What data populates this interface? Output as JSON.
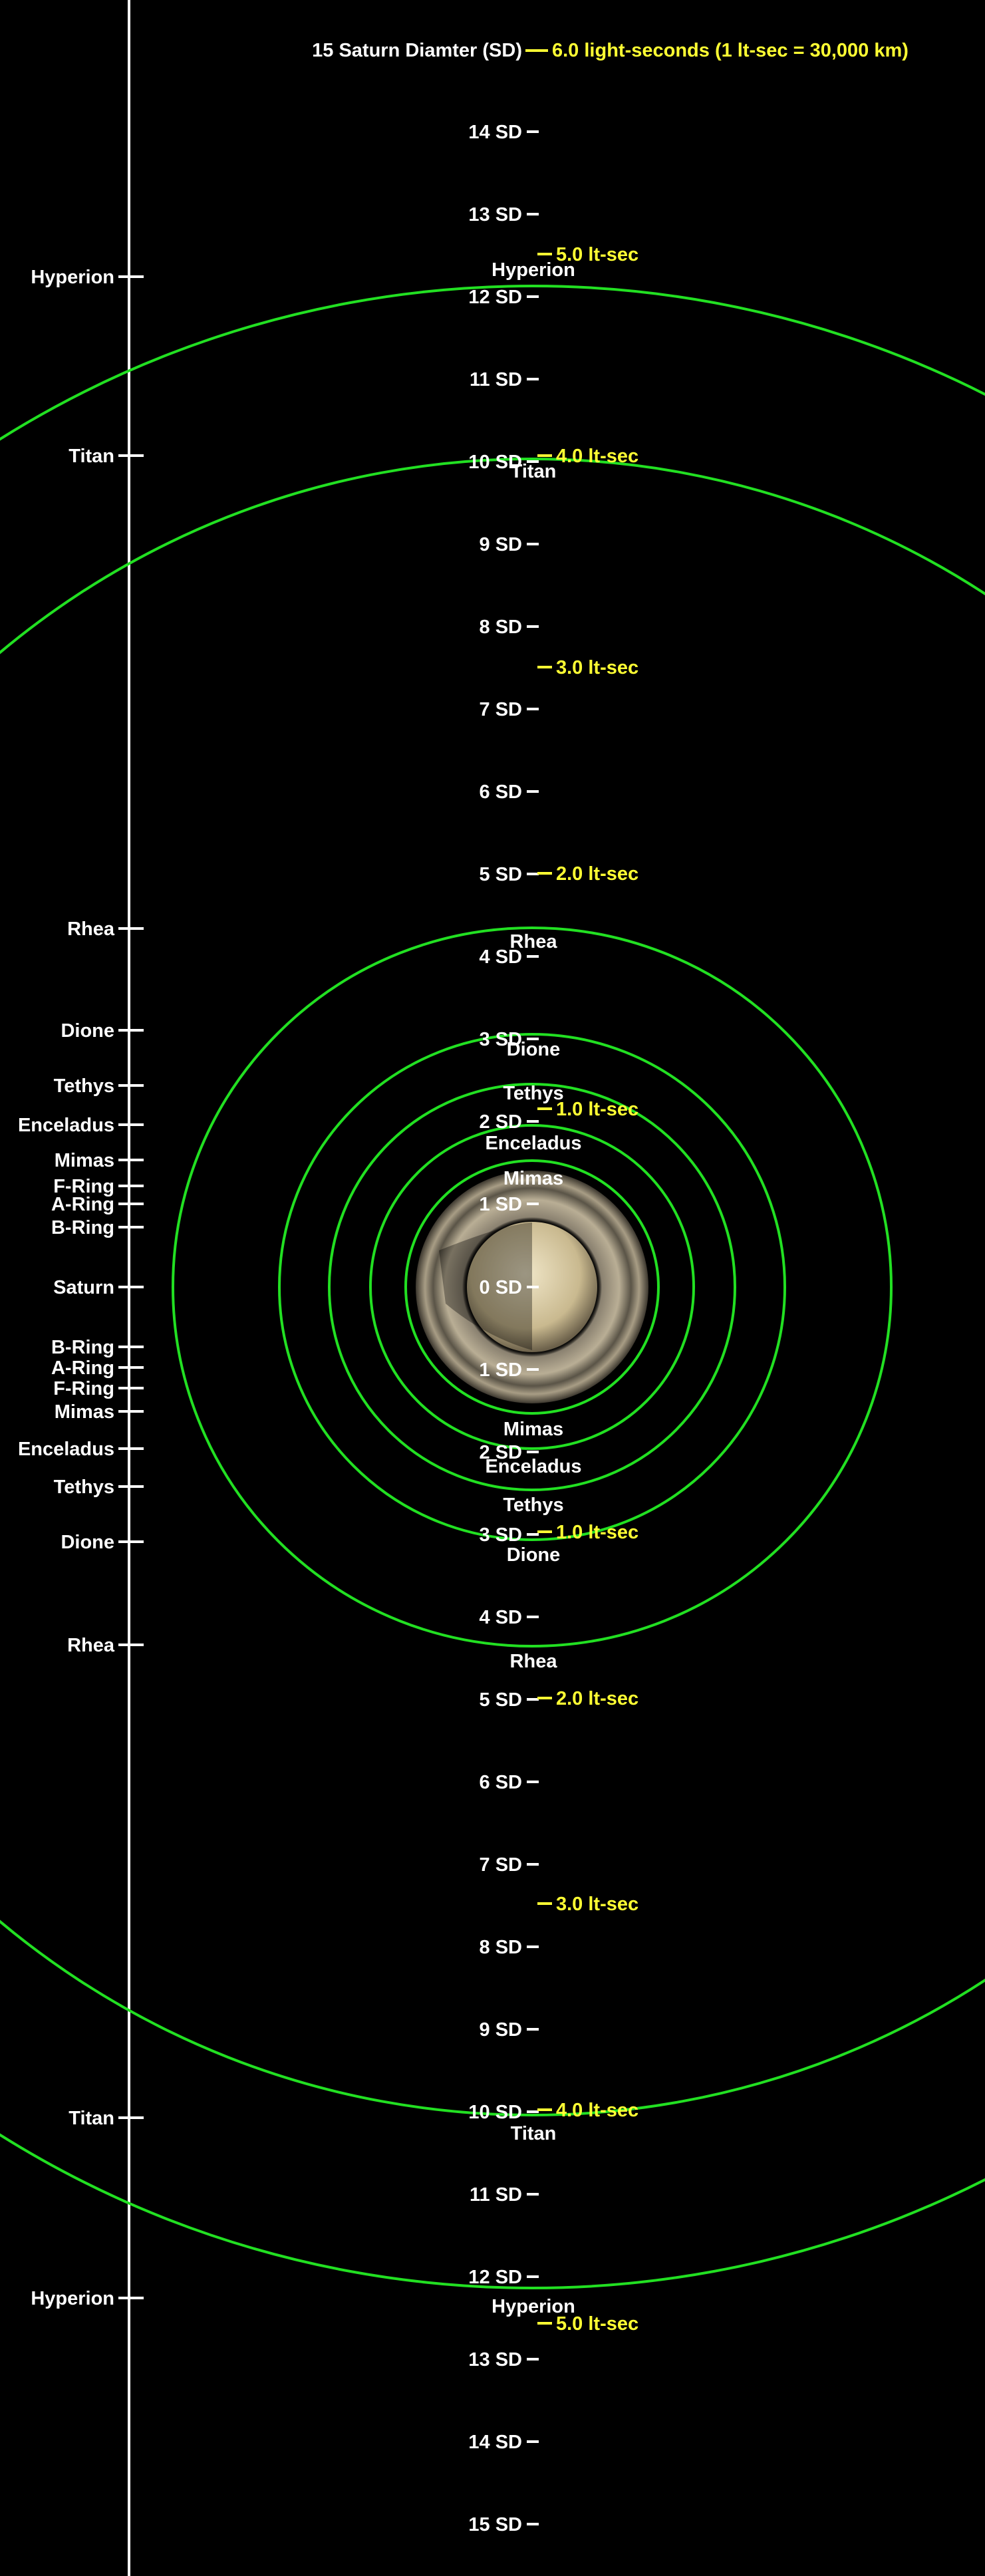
{
  "colors": {
    "background": "#000000",
    "text": "#ffffff",
    "lightsec": "#ffff33",
    "orbit": "#22e022",
    "axis": "#ffffff"
  },
  "header": {
    "left": "15 Saturn Diamter (SD)",
    "right": "6.0 light-seconds (1 lt-sec = 30,000 km)"
  },
  "sd_scale": [
    "14 SD",
    "13 SD",
    "12 SD",
    "11 SD",
    "10 SD",
    "9 SD",
    "8 SD",
    "7 SD",
    "6 SD",
    "5 SD",
    "4 SD",
    "3 SD",
    "2 SD",
    "1 SD",
    "0 SD",
    "1 SD",
    "2 SD",
    "3 SD",
    "4 SD",
    "5 SD",
    "6 SD",
    "7 SD",
    "8 SD",
    "9 SD",
    "10 SD",
    "11 SD",
    "12 SD",
    "13 SD",
    "14 SD",
    "15 SD"
  ],
  "lightsec_scale": [
    "5.0 lt-sec",
    "4.0 lt-sec",
    "3.0 lt-sec",
    "2.0 lt-sec",
    "1.0 lt-sec",
    "1.0 lt-sec",
    "2.0 lt-sec",
    "3.0 lt-sec",
    "4.0 lt-sec",
    "5.0 lt-sec"
  ],
  "axis_labels": [
    "Hyperion",
    "Titan",
    "Rhea",
    "Dione",
    "Tethys",
    "Enceladus",
    "Mimas",
    "F-Ring",
    "A-Ring",
    "B-Ring",
    "Saturn",
    "B-Ring",
    "A-Ring",
    "F-Ring",
    "Mimas",
    "Enceladus",
    "Tethys",
    "Dione",
    "Rhea",
    "Titan",
    "Hyperion"
  ],
  "orbit_labels": [
    "Hyperion",
    "Titan",
    "Rhea",
    "Dione",
    "Tethys",
    "Enceladus",
    "Mimas",
    "Mimas",
    "Enceladus",
    "Tethys",
    "Dione",
    "Rhea",
    "Titan",
    "Hyperion"
  ],
  "planet_icon": "saturn-with-rings"
}
